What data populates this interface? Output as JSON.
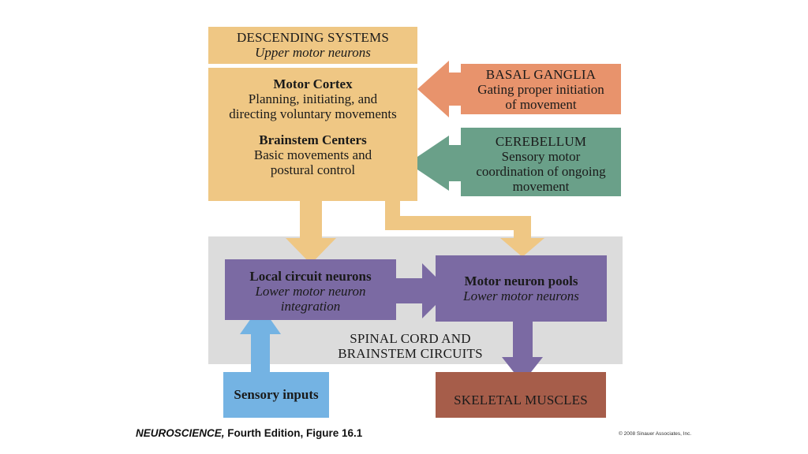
{
  "descending": {
    "title": "DESCENDING SYSTEMS",
    "subtitle": "Upper motor neurons"
  },
  "motor_cortex": {
    "title": "Motor Cortex",
    "line1": "Planning, initiating, and",
    "line2": "directing voluntary movements"
  },
  "brainstem_centers": {
    "title": "Brainstem Centers",
    "line1": "Basic movements and",
    "line2": "postural control"
  },
  "basal_ganglia": {
    "title": "BASAL GANGLIA",
    "line1": "Gating proper initiation",
    "line2": "of movement"
  },
  "cerebellum": {
    "title": "CEREBELLUM",
    "line1": "Sensory motor",
    "line2": "coordination of ongoing",
    "line3": "movement"
  },
  "local_circuit": {
    "title": "Local circuit neurons",
    "line1": "Lower motor neuron",
    "line2": "integration"
  },
  "motor_pools": {
    "title": "Motor neuron pools",
    "line1": "Lower motor neurons"
  },
  "spinal": {
    "line1": "SPINAL CORD AND",
    "line2": "BRAINSTEM CIRCUITS"
  },
  "sensory": {
    "title": "Sensory inputs"
  },
  "skeletal": {
    "title": "SKELETAL MUSCLES"
  },
  "caption": {
    "book": "NEUROSCIENCE,",
    "rest": " Fourth Edition, Figure 16.1"
  },
  "copyright": "© 2008 Sinauer Associates, Inc.",
  "colors": {
    "upper": "#efc784",
    "basal": "#e8936c",
    "cerebellum": "#6aa089",
    "lower": "#7b6aa3",
    "sensory": "#74b3e3",
    "skeletal": "#a65d4a",
    "spinal_bg": "#dcdcdc"
  }
}
